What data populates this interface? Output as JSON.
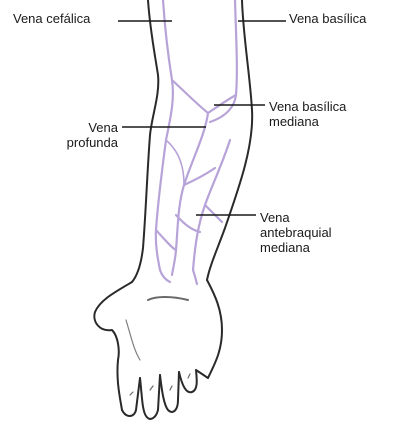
{
  "labels": {
    "vena_cefalica": "Vena cefálica",
    "vena_basilica": "Vena basílica",
    "vena_basilica_mediana": [
      "Vena basílica",
      "mediana"
    ],
    "vena_profunda": [
      "Vena",
      "profunda"
    ],
    "vena_antebraquial_mediana": [
      "Vena",
      "antebraquial",
      "mediana"
    ]
  },
  "colors": {
    "vein": "#b7a3d8",
    "outline": "#2a2a2a",
    "leader_line": "#1a1a1a"
  }
}
